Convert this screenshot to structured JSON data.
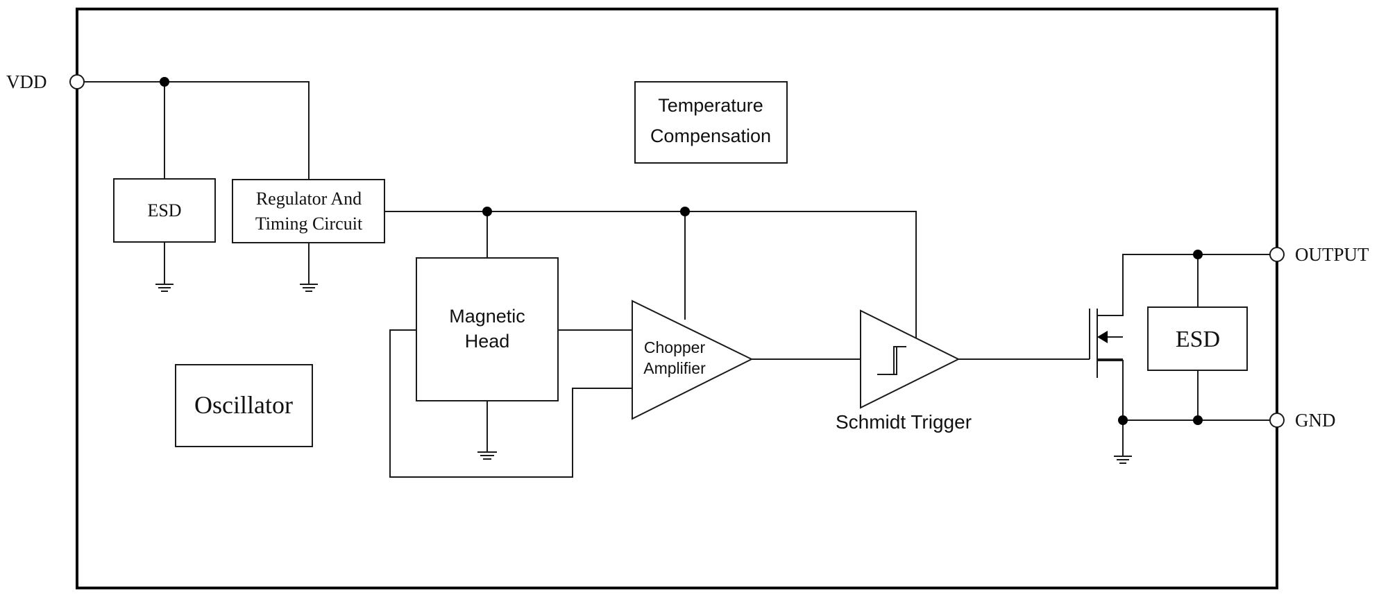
{
  "pins": {
    "vdd": "VDD",
    "output": "OUTPUT",
    "gnd": "GND"
  },
  "blocks": {
    "esd_left": "ESD",
    "regulator_line1": "Regulator And",
    "regulator_line2": "Timing Circuit",
    "temperature_line1": "Temperature",
    "temperature_line2": "Compensation",
    "magnetic_line1": "Magnetic",
    "magnetic_line2": "Head",
    "chopper_line1": "Chopper",
    "chopper_line2": "Amplifier",
    "oscillator": "Oscillator",
    "schmidt": "Schmidt Trigger",
    "esd_right": "ESD"
  }
}
